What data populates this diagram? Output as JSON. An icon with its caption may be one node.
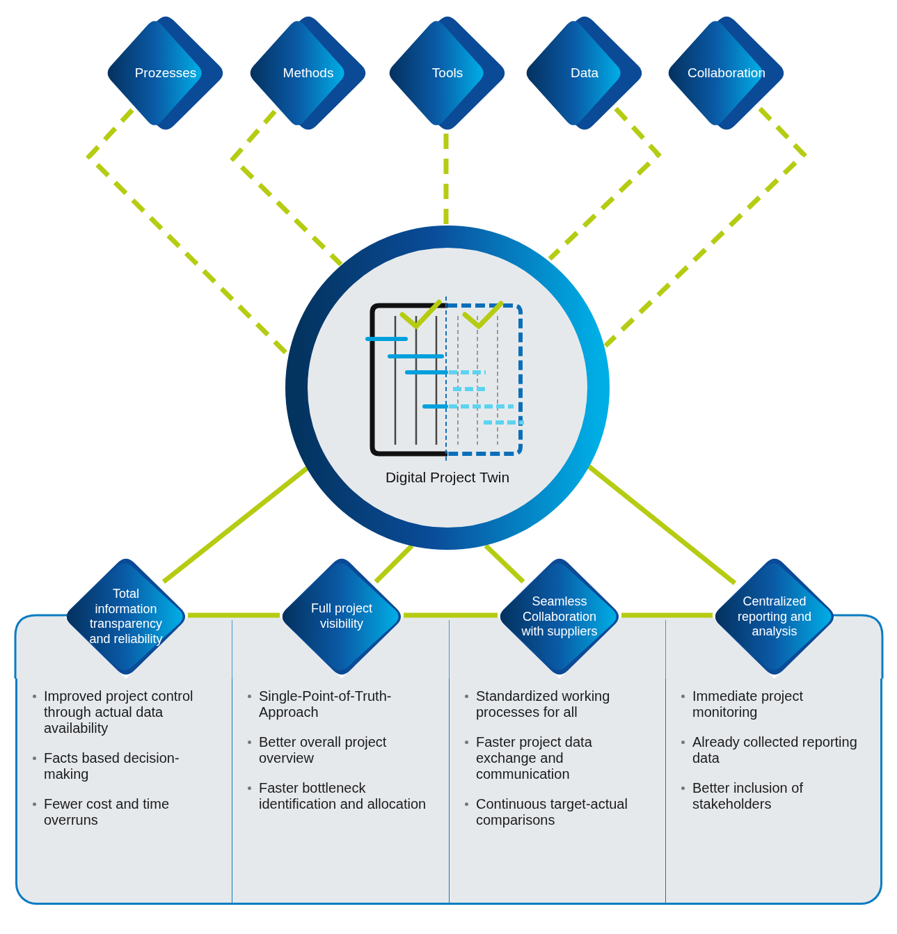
{
  "diagram": {
    "nodes": [
      {
        "text": [
          "Prozesses"
        ]
      },
      {
        "text": [
          "Methods"
        ]
      },
      {
        "text": [
          "Tools"
        ]
      },
      {
        "text": [
          "Data"
        ]
      },
      {
        "text": [
          "Collaboration"
        ]
      },
      {
        "text": [
          "Digital Project Twin"
        ]
      },
      {
        "text": [
          "Total information transparency and reliability"
        ]
      },
      {
        "text": [
          "Full project visibility"
        ]
      },
      {
        "text": [
          "Seamless Collaboration with suppliers"
        ]
      },
      {
        "text": [
          "Centralized reporting and analysis"
        ]
      },
      {
        "text": [
          "Improved project control through actual data availability",
          "Facts based decision-making",
          "Fewer cost and time overruns"
        ]
      },
      {
        "text": [
          "Single-Point-of-Truth-Approach",
          "Better overall project overview",
          "Faster bottleneck identification and allocation"
        ]
      },
      {
        "text": [
          "Standardized working processes for all",
          "Faster project data exchange and communication",
          "Continuous target-actual comparisons"
        ]
      },
      {
        "text": [
          "Immediate project monitoring",
          "Already collected reporting data",
          "Better inclusion of stakeholders"
        ]
      }
    ],
    "edges": [
      {
        "from": 0,
        "to": 5,
        "arrow": "none",
        "style": "dashed"
      },
      {
        "from": 1,
        "to": 5,
        "arrow": "none",
        "style": "dashed"
      },
      {
        "from": 2,
        "to": 5,
        "arrow": "none",
        "style": "dashed"
      },
      {
        "from": 3,
        "to": 5,
        "arrow": "none",
        "style": "dashed"
      },
      {
        "from": 4,
        "to": 5,
        "arrow": "none",
        "style": "dashed"
      },
      {
        "from": 5,
        "to": 6,
        "arrow": "none"
      },
      {
        "from": 5,
        "to": 7,
        "arrow": "none"
      },
      {
        "from": 5,
        "to": 8,
        "arrow": "none"
      },
      {
        "from": 5,
        "to": 9,
        "arrow": "none"
      },
      {
        "from": 6,
        "to": 7,
        "arrow": "none"
      },
      {
        "from": 7,
        "to": 8,
        "arrow": "none"
      },
      {
        "from": 8,
        "to": 9,
        "arrow": "none"
      }
    ]
  }
}
